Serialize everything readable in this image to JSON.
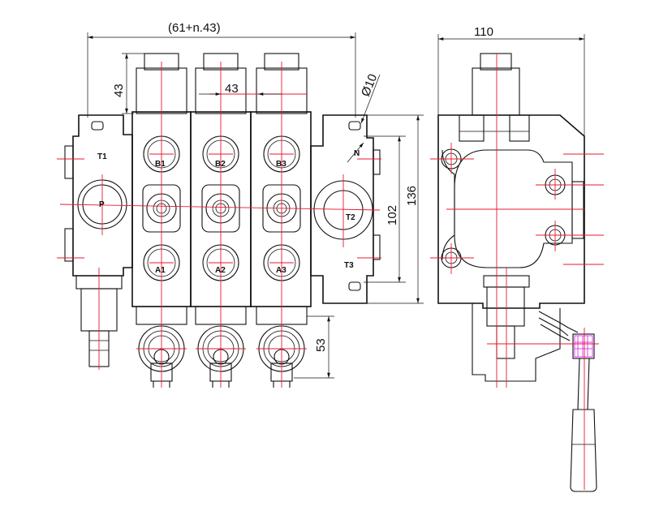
{
  "dimensions": {
    "overall_width": "(61+n.43)",
    "top_height": "43",
    "section_pitch": "43",
    "hole_dia": "Ø10",
    "mount_inner": "102",
    "mount_outer": "136",
    "handle_length": "53",
    "side_width": "110"
  },
  "ports": {
    "t1": "T1",
    "p": "P",
    "b1": "B1",
    "b2": "B2",
    "b3": "B3",
    "a1": "A1",
    "a2": "A2",
    "a3": "A3",
    "n": "N",
    "t2": "T2",
    "t3": "T3"
  }
}
